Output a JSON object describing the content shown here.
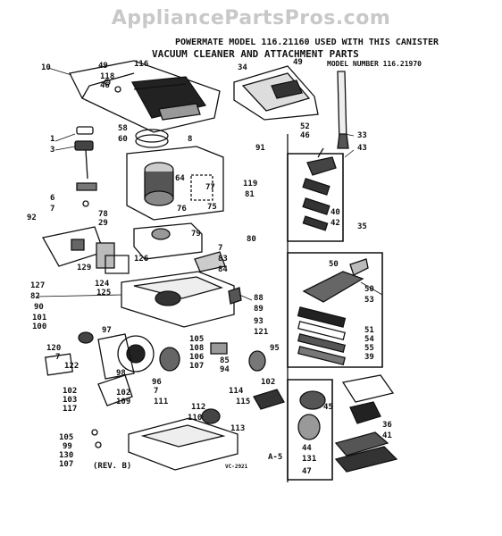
{
  "watermark": "AppliancePartsPros.com",
  "header": {
    "line1": "POWERMATE MODEL 116.21160 USED WITH THIS CANISTER",
    "line2": "VACUUM CLEANER AND ATTACHMENT PARTS",
    "line3": "MODEL NUMBER 116.21970"
  },
  "footer": {
    "revision": "(REV. B)",
    "drawing_code": "VC-2921",
    "sheet": "A-5"
  },
  "part_labels": [
    {
      "n": "10"
    },
    {
      "n": "49"
    },
    {
      "n": "116"
    },
    {
      "n": "118"
    },
    {
      "n": "46"
    },
    {
      "n": "34"
    },
    {
      "n": "49"
    },
    {
      "n": "52"
    },
    {
      "n": "46"
    },
    {
      "n": "33"
    },
    {
      "n": "43"
    },
    {
      "n": "1"
    },
    {
      "n": "3"
    },
    {
      "n": "58"
    },
    {
      "n": "60"
    },
    {
      "n": "8"
    },
    {
      "n": "91"
    },
    {
      "n": "64"
    },
    {
      "n": "77"
    },
    {
      "n": "76"
    },
    {
      "n": "75"
    },
    {
      "n": "6"
    },
    {
      "n": "7"
    },
    {
      "n": "78"
    },
    {
      "n": "29"
    },
    {
      "n": "79"
    },
    {
      "n": "92"
    },
    {
      "n": "119"
    },
    {
      "n": "81"
    },
    {
      "n": "80"
    },
    {
      "n": "40"
    },
    {
      "n": "42"
    },
    {
      "n": "35"
    },
    {
      "n": "7"
    },
    {
      "n": "83"
    },
    {
      "n": "84"
    },
    {
      "n": "129"
    },
    {
      "n": "126"
    },
    {
      "n": "127"
    },
    {
      "n": "124"
    },
    {
      "n": "82"
    },
    {
      "n": "125"
    },
    {
      "n": "90"
    },
    {
      "n": "101"
    },
    {
      "n": "100"
    },
    {
      "n": "88"
    },
    {
      "n": "89"
    },
    {
      "n": "93"
    },
    {
      "n": "121"
    },
    {
      "n": "50"
    },
    {
      "n": "50"
    },
    {
      "n": "53"
    },
    {
      "n": "51"
    },
    {
      "n": "54"
    },
    {
      "n": "55"
    },
    {
      "n": "39"
    },
    {
      "n": "97"
    },
    {
      "n": "120"
    },
    {
      "n": "105"
    },
    {
      "n": "108"
    },
    {
      "n": "106"
    },
    {
      "n": "107"
    },
    {
      "n": "95"
    },
    {
      "n": "85"
    },
    {
      "n": "94"
    },
    {
      "n": "7"
    },
    {
      "n": "122"
    },
    {
      "n": "98"
    },
    {
      "n": "96"
    },
    {
      "n": "102"
    },
    {
      "n": "103"
    },
    {
      "n": "117"
    },
    {
      "n": "102"
    },
    {
      "n": "109"
    },
    {
      "n": "7"
    },
    {
      "n": "111"
    },
    {
      "n": "114"
    },
    {
      "n": "102"
    },
    {
      "n": "115"
    },
    {
      "n": "112"
    },
    {
      "n": "110"
    },
    {
      "n": "113"
    },
    {
      "n": "45"
    },
    {
      "n": "36"
    },
    {
      "n": "41"
    },
    {
      "n": "105"
    },
    {
      "n": "99"
    },
    {
      "n": "130"
    },
    {
      "n": "107"
    },
    {
      "n": "44"
    },
    {
      "n": "131"
    },
    {
      "n": "47"
    }
  ]
}
